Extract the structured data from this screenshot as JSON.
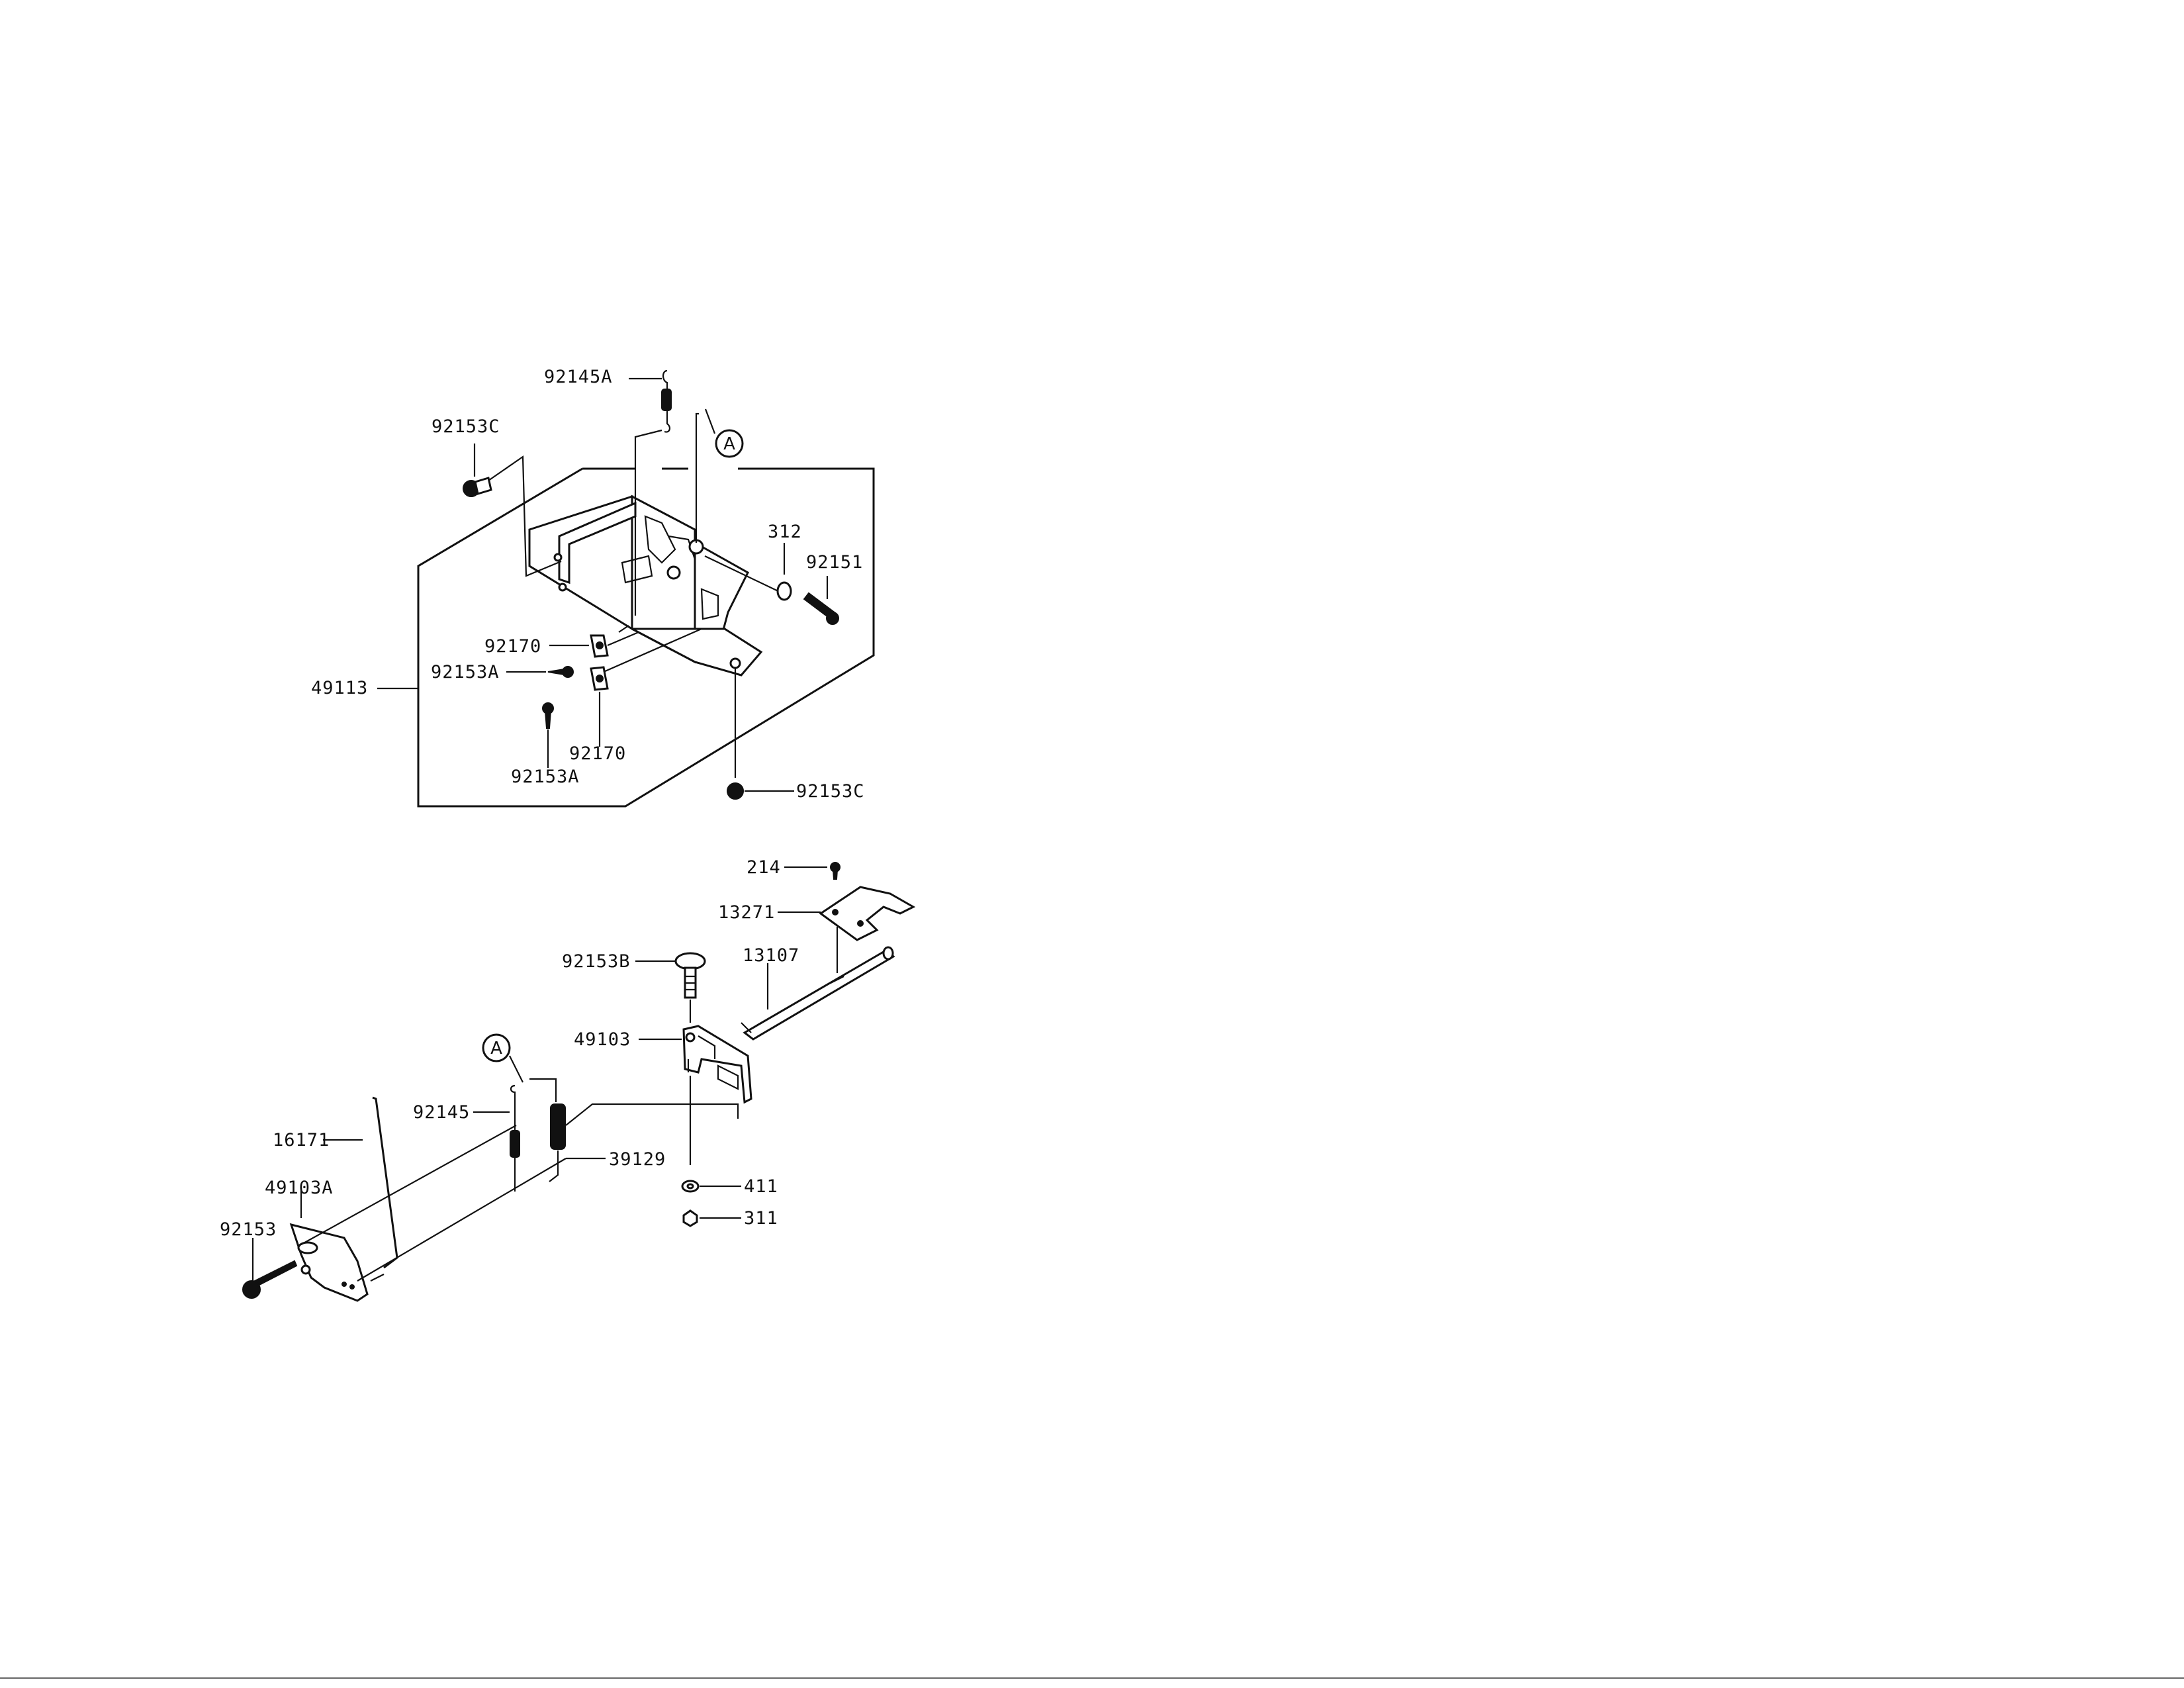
{
  "upper_assembly": {
    "labels": {
      "p92145A": "92145A",
      "p92153C_top": "92153C",
      "callout_a": "A",
      "p312": "312",
      "p92151": "92151",
      "p92170_a": "92170",
      "p92153A_a": "92153A",
      "p49113": "49113",
      "p92170_b": "92170",
      "p92153A_b": "92153A",
      "p92153C_bottom": "92153C"
    }
  },
  "lower_assembly": {
    "labels": {
      "p214": "214",
      "p13271": "13271",
      "p92153B": "92153B",
      "p13107": "13107",
      "p49103": "49103",
      "callout_a": "A",
      "p92145": "92145",
      "p16171": "16171",
      "p39129": "39129",
      "p49103A": "49103A",
      "p92153": "92153",
      "p411": "411",
      "p311": "311"
    }
  }
}
